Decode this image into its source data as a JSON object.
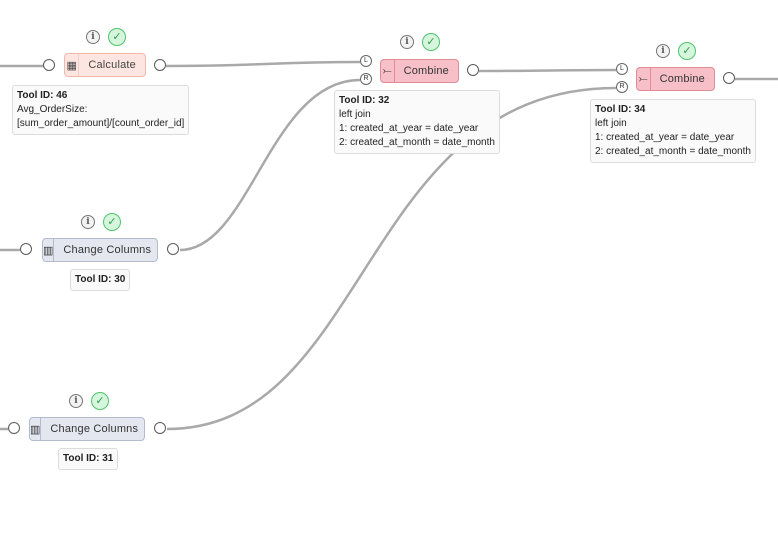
{
  "colors": {
    "wire": "#a9a9a9",
    "calculate_fill": "#fde6e1",
    "combine_fill": "#f7c0c8",
    "change_columns_fill": "#e4e7f0",
    "success_green": "#4ec46b"
  },
  "nodes": {
    "calc46": {
      "label": "Calculate",
      "icon": "calculator-icon",
      "icon_glyph": "▦",
      "tooltip": {
        "id": "Tool ID: 46",
        "lines": [
          "Avg_OrderSize:",
          "[sum_order_amount]/[count_order_id]"
        ]
      }
    },
    "combine32": {
      "label": "Combine",
      "icon": "merge-icon",
      "icon_glyph": "⤚",
      "inputs": [
        "L",
        "R"
      ],
      "tooltip": {
        "id": "Tool ID: 32",
        "lines": [
          "left join",
          "1: created_at_year = date_year",
          "2: created_at_month = date_month"
        ]
      }
    },
    "combine34": {
      "label": "Combine",
      "icon": "merge-icon",
      "icon_glyph": "⤚",
      "inputs": [
        "L",
        "R"
      ],
      "tooltip": {
        "id": "Tool ID: 34",
        "lines": [
          "left join",
          "1: created_at_year = date_year",
          "2: created_at_month = date_month"
        ]
      }
    },
    "cc30": {
      "label": "Change Columns",
      "icon": "columns-icon",
      "icon_glyph": "▥",
      "tooltip": {
        "id": "Tool ID: 30",
        "lines": []
      }
    },
    "cc31": {
      "label": "Change Columns",
      "icon": "columns-icon",
      "icon_glyph": "▥",
      "tooltip": {
        "id": "Tool ID: 31",
        "lines": []
      }
    }
  },
  "badges": {
    "info_glyph": "i",
    "ok_glyph": "✓"
  }
}
